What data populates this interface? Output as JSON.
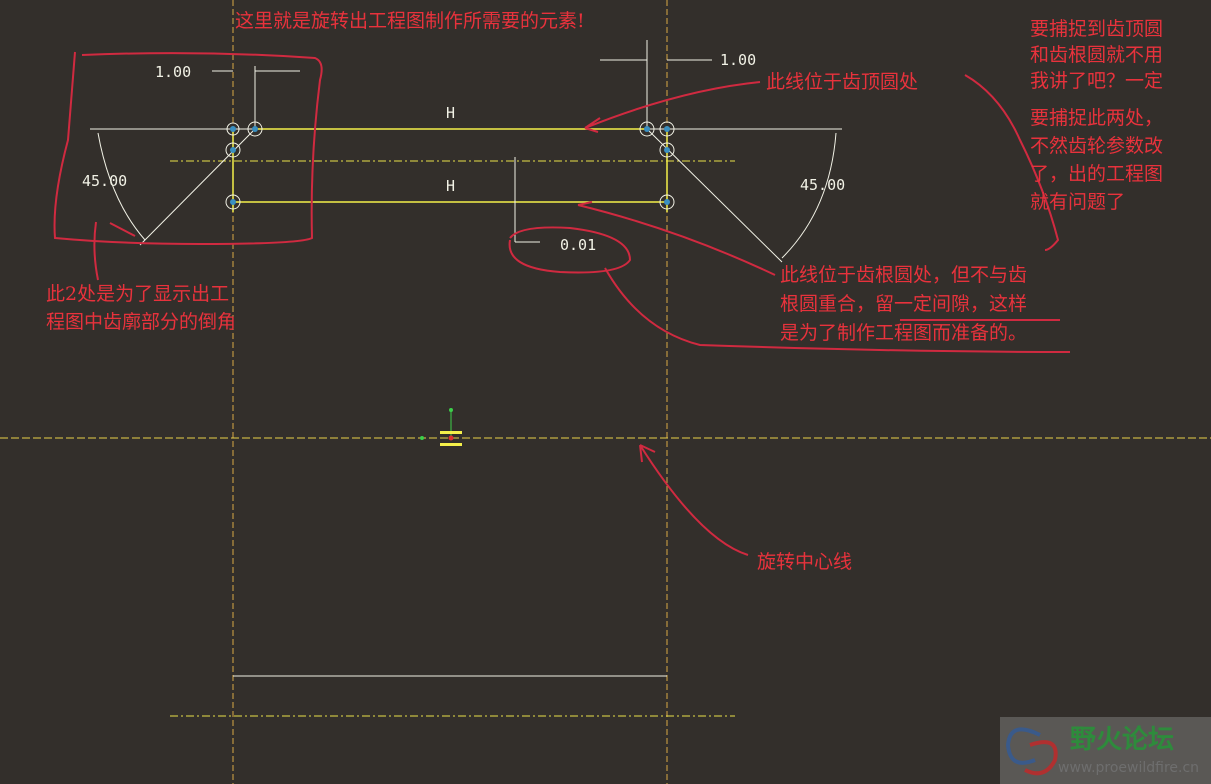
{
  "title_note": "这里就是旋转出工程图制作所需要的元素!",
  "dimensions": {
    "left_offset": "1.00",
    "right_offset": "1.00",
    "top_label": "H",
    "root_label": "H",
    "left_angle": "45.00",
    "right_angle": "45.00",
    "gap": "0.01"
  },
  "notes": {
    "addendum_line": "此线位于齿顶圆处",
    "right_block": [
      "要捕捉到齿顶圆",
      "和齿根圆就不用",
      "我讲了吧？一定",
      "要捕捉此两处，",
      "不然齿轮参数改",
      "了，出的工程图",
      "就有问题了"
    ],
    "chamfer": [
      "此2处是为了显示出工",
      "程图中齿廓部分的倒角"
    ],
    "root_line": [
      "此线位于齿根圆处，但不与齿",
      "根圆重合，留一定间隙，这样",
      "是为了制作工程图而准备的。"
    ],
    "center_line": "旋转中心线"
  },
  "watermark": {
    "name": "野火论坛",
    "url": "www.proewildfire.cn"
  },
  "colors": {
    "background": "#332f2b",
    "annotation": "#e8323c",
    "sketch": "#f5f04a",
    "geometry": "#f2f2e6"
  }
}
